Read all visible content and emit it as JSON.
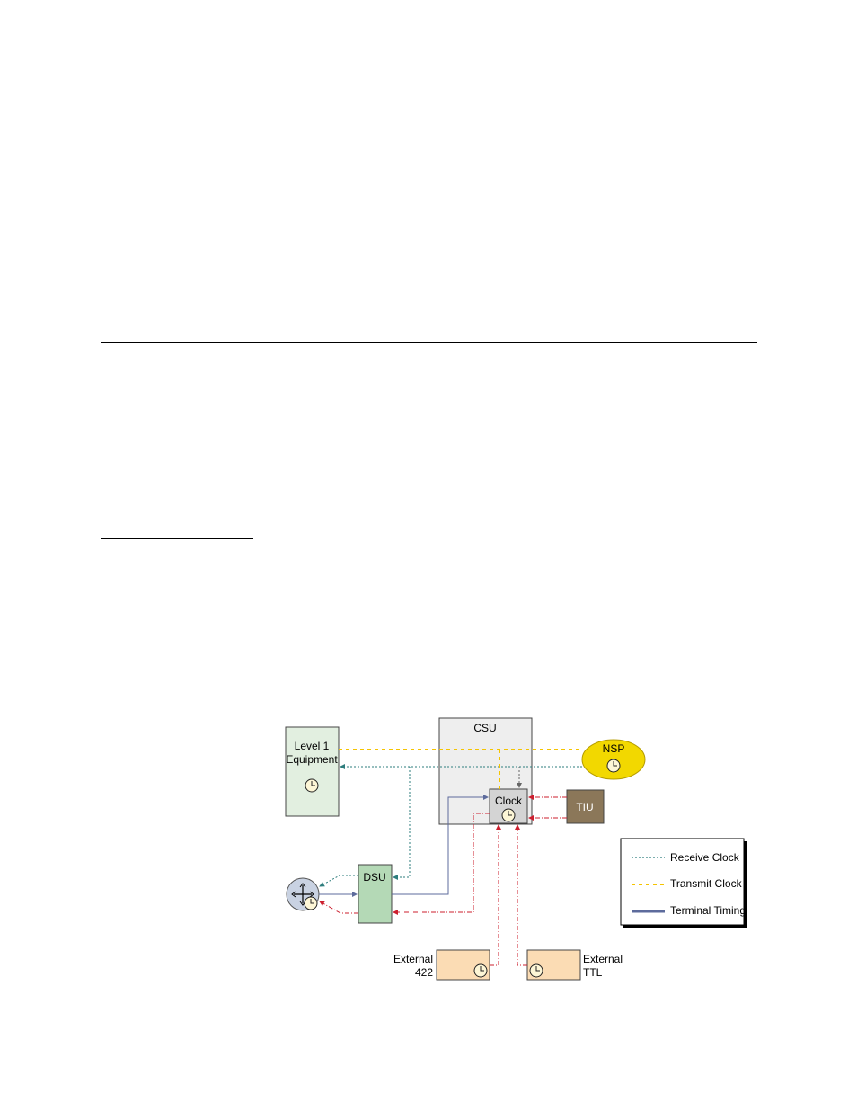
{
  "diagram": {
    "nodes": {
      "level1": {
        "line1": "Level 1",
        "line2": "Equipment",
        "fill": "#e2efe0"
      },
      "csu": {
        "label": "CSU",
        "fill": "#eeeeee"
      },
      "clock": {
        "label": "Clock",
        "fill": "#d4d4d4"
      },
      "nsp": {
        "label": "NSP",
        "fill": "#f2d800"
      },
      "tiu": {
        "label": "TIU",
        "fill": "#8b7759"
      },
      "dsu": {
        "label": "DSU",
        "fill": "#b4d9b6"
      },
      "router": {
        "icon": "router-icon",
        "fill": "#c9d2e2"
      },
      "ext422": {
        "line1": "External",
        "line2": "422",
        "fill": "#fbdcb4"
      },
      "extttl": {
        "line1": "External",
        "line2": "TTL",
        "fill": "#fbdcb4"
      }
    },
    "legend": {
      "items": [
        {
          "label": "Receive Clock",
          "color": "#2e7d7d",
          "style": "dotted"
        },
        {
          "label": "Transmit Clock",
          "color": "#f5c400",
          "style": "dashed"
        },
        {
          "label": "Terminal Timing",
          "color": "#5d6b9c",
          "style": "solid"
        }
      ]
    },
    "line_colors": {
      "receive": "#2e7d7d",
      "transmit": "#f5c400",
      "terminal": "#5d6b9c",
      "external": "#cc1f2e"
    }
  }
}
